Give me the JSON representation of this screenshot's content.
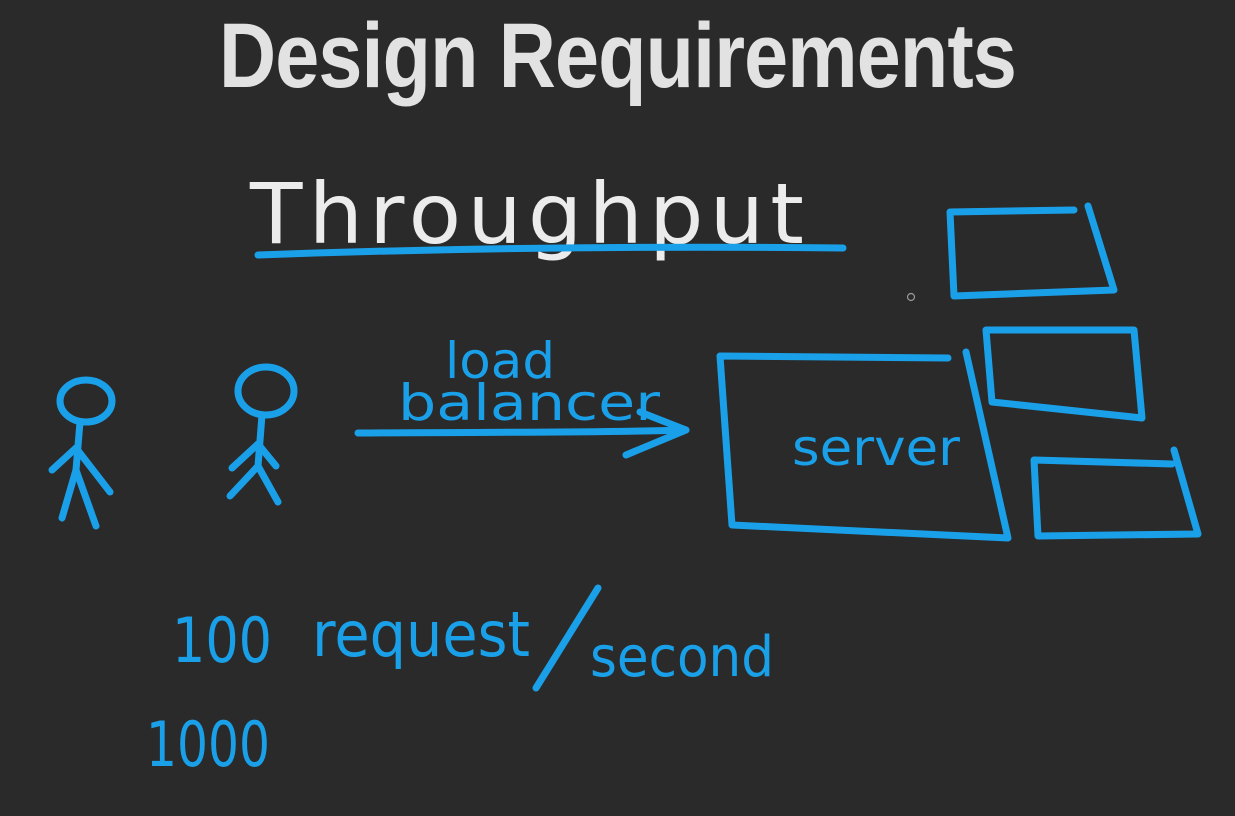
{
  "slide": {
    "title": "Design Requirements",
    "topic": "Throughput",
    "arrow_label_line1": "load",
    "arrow_label_line2": "balancer",
    "box_label": "server",
    "rate_value": "100",
    "rate_unit_left": "request",
    "rate_unit_right": "second",
    "second_value": "1000"
  },
  "colors": {
    "background": "#2a2a2a",
    "title": "#e2e2e2",
    "ink_blue": "#1aa0e8",
    "ink_white": "#ececec"
  },
  "icons": [
    "stick-figure-icon",
    "stick-figure-icon",
    "arrow-icon",
    "cursor-dot-icon"
  ]
}
